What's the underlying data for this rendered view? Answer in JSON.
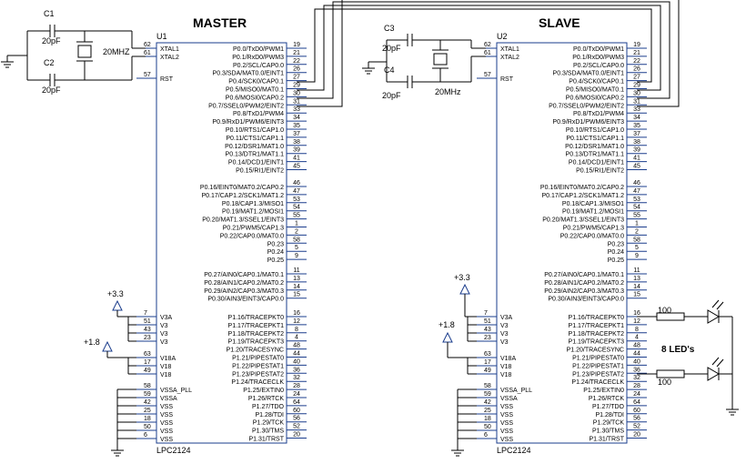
{
  "master": {
    "title": "MASTER",
    "ref": "U1",
    "part": "LPC2124",
    "crystal_label": "20MHZ",
    "caps": [
      {
        "name": "C1",
        "value": "20pF"
      },
      {
        "name": "C2",
        "value": "20pF"
      }
    ],
    "supply_33": "+3.3",
    "supply_18": "+1.8"
  },
  "slave": {
    "title": "SLAVE",
    "ref": "U2",
    "part": "LPC2124",
    "crystal_label": "20MHz",
    "caps": [
      {
        "name": "C3",
        "value": "20pF"
      },
      {
        "name": "C4",
        "value": "20pF"
      }
    ],
    "supply_33": "+3.3",
    "supply_18": "+1.8",
    "resistor_value": "100",
    "led_label": "8 LED's"
  },
  "left_pins": [
    {
      "label": "XTAL1",
      "num": "62"
    },
    {
      "label": "XTAL2",
      "num": "61"
    },
    {
      "label": "RST",
      "num": "57"
    },
    {
      "label": "V3A",
      "num": "7"
    },
    {
      "label": "V3",
      "num": "51"
    },
    {
      "label": "V3",
      "num": "43"
    },
    {
      "label": "V3",
      "num": "23"
    },
    {
      "label": "V18A",
      "num": "63"
    },
    {
      "label": "V18",
      "num": "17"
    },
    {
      "label": "V18",
      "num": "49"
    },
    {
      "label": "VSSA_PLL",
      "num": "58"
    },
    {
      "label": "VSSA",
      "num": "59"
    },
    {
      "label": "VSS",
      "num": "42"
    },
    {
      "label": "VSS",
      "num": "25"
    },
    {
      "label": "VSS",
      "num": "18"
    },
    {
      "label": "VSS",
      "num": "50"
    },
    {
      "label": "VSS",
      "num": "6"
    }
  ],
  "right_pins": [
    {
      "label": "P0.0/TxD0/PWM1",
      "num": "19"
    },
    {
      "label": "P0.1/RxD0/PWM3",
      "num": "21"
    },
    {
      "label": "P0.2/SCL/CAP0.0",
      "num": "22"
    },
    {
      "label": "P0.3/SDA/MAT0.0/EINT1",
      "num": "26"
    },
    {
      "label": "P0.4/SCK0/CAP0.1",
      "num": "27"
    },
    {
      "label": "P0.5/MISO0/MAT0.1",
      "num": "29"
    },
    {
      "label": "P0.6/MOSI0/CAP0.2",
      "num": "30"
    },
    {
      "label": "P0.7/SSEL0/PWM2/EINT2",
      "num": "31"
    },
    {
      "label": "P0.8/TxD1/PWM4",
      "num": "33"
    },
    {
      "label": "P0.9/RxD1/PWM6/EINT3",
      "num": "34"
    },
    {
      "label": "P0.10/RTS1/CAP1.0",
      "num": "35"
    },
    {
      "label": "P0.11/CTS1/CAP1.1",
      "num": "37"
    },
    {
      "label": "P0.12/DSR1/MAT1.0",
      "num": "38"
    },
    {
      "label": "P0.13/DTR1/MAT1.1",
      "num": "39"
    },
    {
      "label": "P0.14/DCD1/EINT1",
      "num": "41"
    },
    {
      "label": "P0.15/RI1/EINT2",
      "num": "45"
    },
    {
      "label": "P0.16/EINT0/MAT0.2/CAP0.2",
      "num": "46"
    },
    {
      "label": "P0.17/CAP1.2/SCK1/MAT1.2",
      "num": "47"
    },
    {
      "label": "P0.18/CAP1.3/MISO1",
      "num": "53"
    },
    {
      "label": "P0.19/MAT1.2/MOSI1",
      "num": "54"
    },
    {
      "label": "P0.20/MAT1.3/SSEL1/EINT3",
      "num": "55"
    },
    {
      "label": "P0.21/PWM5/CAP1.3",
      "num": "1"
    },
    {
      "label": "P0.22/CAP0.0/MAT0.0",
      "num": "2"
    },
    {
      "label": "P0.23",
      "num": "58"
    },
    {
      "label": "P0.24",
      "num": "5"
    },
    {
      "label": "P0.25",
      "num": "9"
    },
    {
      "label": "P0.27/AIN0/CAP0.1/MAT0.1",
      "num": "11"
    },
    {
      "label": "P0.28/AIN1/CAP0.2/MAT0.2",
      "num": "13"
    },
    {
      "label": "P0.29/AIN2/CAP0.3/MAT0.3",
      "num": "14"
    },
    {
      "label": "P0.30/AIN3/EINT3/CAP0.0",
      "num": "15"
    },
    {
      "label": "P1.16/TRACEPKT0",
      "num": "16"
    },
    {
      "label": "P1.17/TRACEPKT1",
      "num": "12"
    },
    {
      "label": "P1.18/TRACEPKT2",
      "num": "8"
    },
    {
      "label": "P1.19/TRACEPKT3",
      "num": "4"
    },
    {
      "label": "P1.20/TRACESYNC",
      "num": "48"
    },
    {
      "label": "P1.21/PIPESTAT0",
      "num": "44"
    },
    {
      "label": "P1.22/PIPESTAT1",
      "num": "40"
    },
    {
      "label": "P1.23/PIPESTAT2",
      "num": "36"
    },
    {
      "label": "P1.24/TRACECLK",
      "num": "32"
    },
    {
      "label": "P1.25/EXTIN0",
      "num": "28"
    },
    {
      "label": "P1.26/RTCK",
      "num": "24"
    },
    {
      "label": "P1.27/TDO",
      "num": "64"
    },
    {
      "label": "P1.28/TDI",
      "num": "60"
    },
    {
      "label": "P1.29/TCK",
      "num": "56"
    },
    {
      "label": "P1.30/TMS",
      "num": "52"
    },
    {
      "label": "P1.31/TRST",
      "num": "20"
    }
  ]
}
